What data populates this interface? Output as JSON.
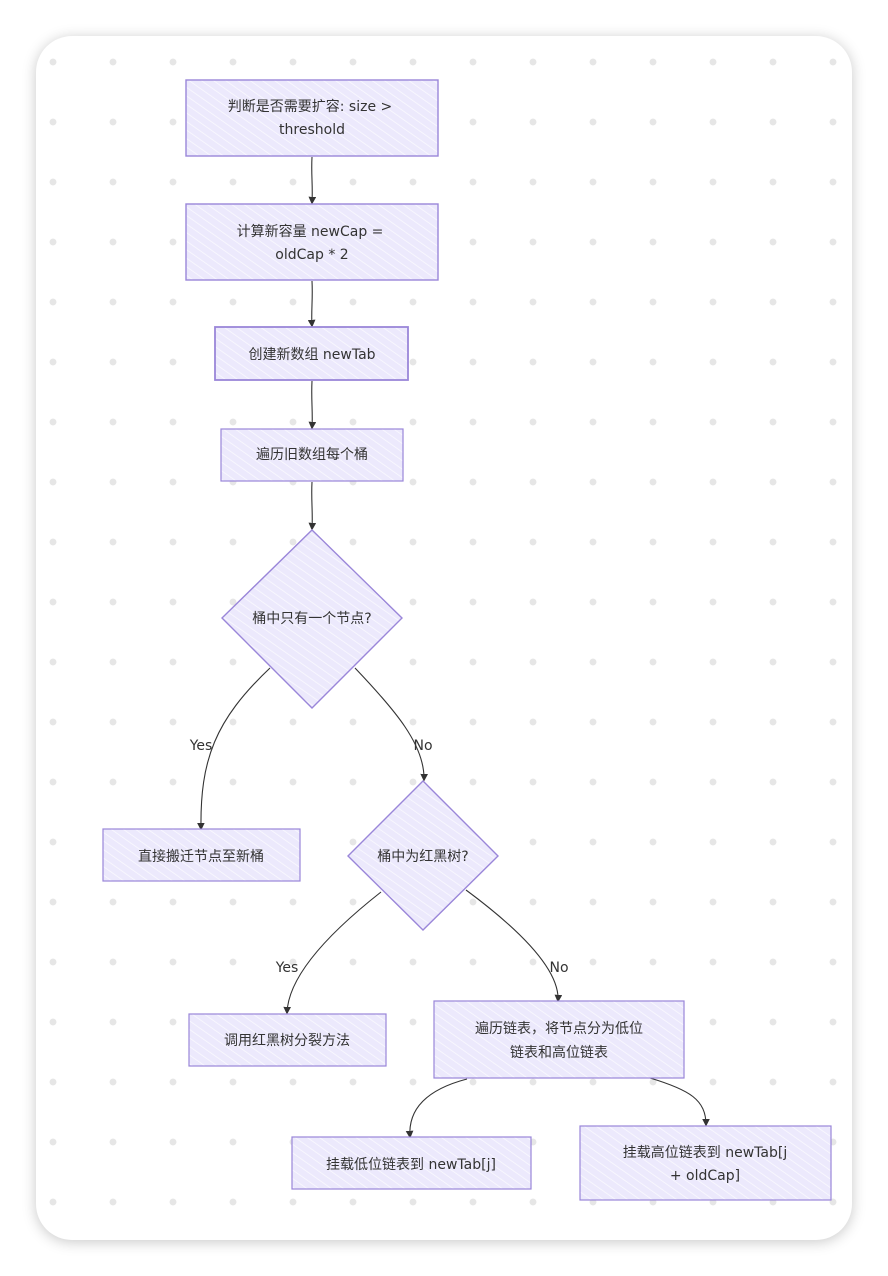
{
  "diagram": {
    "title": "HashMap resize flowchart",
    "colors": {
      "node_fill": "#ece9fc",
      "node_stroke": "#9a86d9",
      "edge": "#333333",
      "text": "#333333",
      "dot": "#e6e6e6"
    },
    "nodes": [
      {
        "id": "check",
        "shape": "rect",
        "lines": [
          "判断是否需要扩容: size >",
          "threshold"
        ]
      },
      {
        "id": "calc",
        "shape": "rect",
        "lines": [
          "计算新容量 newCap =",
          "oldCap * 2"
        ]
      },
      {
        "id": "create",
        "shape": "rect",
        "lines": [
          "创建新数组 newTab"
        ]
      },
      {
        "id": "iterate",
        "shape": "rect",
        "lines": [
          "遍历旧数组每个桶"
        ]
      },
      {
        "id": "single",
        "shape": "diamond",
        "lines": [
          "桶中只有一个节点?"
        ]
      },
      {
        "id": "move",
        "shape": "rect",
        "lines": [
          "直接搬迁节点至新桶"
        ]
      },
      {
        "id": "tree",
        "shape": "diamond",
        "lines": [
          "桶中为红黑树?"
        ]
      },
      {
        "id": "split",
        "shape": "rect",
        "lines": [
          "调用红黑树分裂方法"
        ]
      },
      {
        "id": "list",
        "shape": "rect",
        "lines": [
          "遍历链表，将节点分为低位",
          "链表和高位链表"
        ]
      },
      {
        "id": "low",
        "shape": "rect",
        "lines": [
          "挂载低位链表到 newTab[j]"
        ]
      },
      {
        "id": "high",
        "shape": "rect",
        "lines": [
          "挂载高位链表到 newTab[j",
          "+ oldCap]"
        ]
      }
    ],
    "edges": [
      {
        "from": "check",
        "to": "calc",
        "label": ""
      },
      {
        "from": "calc",
        "to": "create",
        "label": ""
      },
      {
        "from": "create",
        "to": "iterate",
        "label": ""
      },
      {
        "from": "iterate",
        "to": "single",
        "label": ""
      },
      {
        "from": "single",
        "to": "move",
        "label": "Yes"
      },
      {
        "from": "single",
        "to": "tree",
        "label": "No"
      },
      {
        "from": "tree",
        "to": "split",
        "label": "Yes"
      },
      {
        "from": "tree",
        "to": "list",
        "label": "No"
      },
      {
        "from": "list",
        "to": "low",
        "label": ""
      },
      {
        "from": "list",
        "to": "high",
        "label": ""
      }
    ]
  }
}
